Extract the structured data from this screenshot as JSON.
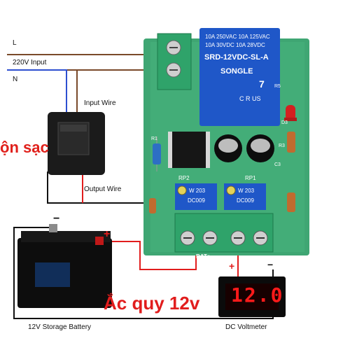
{
  "wiring": {
    "line_l": "L",
    "line_n": "N",
    "supply_label": "220V Input",
    "input_wire_label": "Input Wire",
    "output_wire_label": "Output Wire",
    "charger_text": "ộn sạc",
    "battery_overlay_text": "Ắc quy 12v",
    "battery_caption": "12V Storage Battery",
    "voltmeter_caption": "DC Voltmeter",
    "battery_plus": "+",
    "battery_minus": "−",
    "vm_plus": "+",
    "vm_minus": "−"
  },
  "relay": {
    "line1": "10A 250VAC  10A 125VAC",
    "line2": "10A 30VDC  10A 28VDC",
    "model": "SRD-12VDC-SL-A",
    "brand": "SONGLE",
    "pin_num": "7",
    "cert": "C R US"
  },
  "board": {
    "rp2_label": "RP2",
    "rp1_label": "RP1",
    "pot_left_code": "W 203",
    "pot_left_sub": "DC009",
    "pot_right_code": "W 203",
    "pot_right_sub": "DC009",
    "bat_label": "BAT+",
    "d3_label": "D3",
    "r1_label": "R1",
    "r5_label": "R5",
    "r3_label": "R3",
    "c3_label": "C3"
  },
  "voltmeter": {
    "reading": "12.0"
  },
  "colors": {
    "board_green": "#3fa673",
    "terminal_green": "#2fa36a",
    "wire_brown": "#7a4a2a",
    "wire_blue": "#2d4fd0",
    "wire_red": "#e11d1d",
    "wire_black": "#111111",
    "relay_blue": "#1f57c8",
    "display_red": "#ff1a1a",
    "charger_text_red": "#e0201b"
  }
}
